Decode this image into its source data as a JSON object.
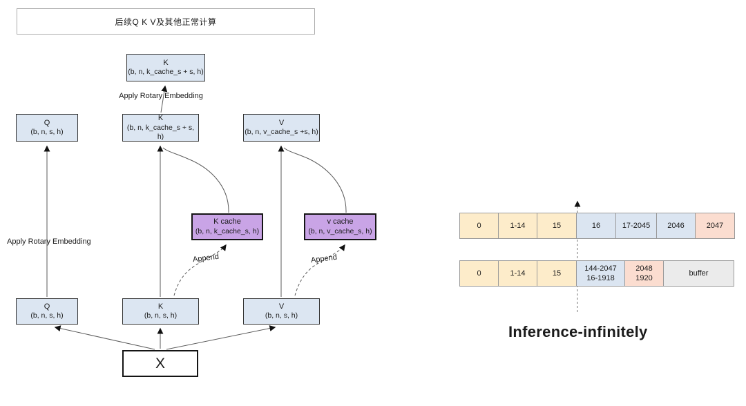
{
  "left_diagram": {
    "banner": "后续Q K V及其他正常计算",
    "rotary_top_label": "Apply Rotary Embedding",
    "rotary_left_label": "Apply Rotary Embedding",
    "append_k_label": "Append",
    "append_v_label": "Append",
    "nodes": {
      "k_top": {
        "title": "K",
        "dims": "(b, n, k_cache_s + s, h)"
      },
      "q_mid": {
        "title": "Q",
        "dims": "(b, n, s, h)"
      },
      "k_mid": {
        "title": "K",
        "dims": "(b, n, k_cache_s + s, h)"
      },
      "v_mid": {
        "title": "V",
        "dims": "(b, n, v_cache_s +s, h)"
      },
      "k_cache": {
        "title": "K cache",
        "dims": "(b, n, k_cache_s, h)"
      },
      "v_cache": {
        "title": "v cache",
        "dims": "(b, n, v_cache_s, h)"
      },
      "q_bot": {
        "title": "Q",
        "dims": "(b, n, s, h)"
      },
      "k_bot": {
        "title": "K",
        "dims": "(b, n, s, h)"
      },
      "v_bot": {
        "title": "V",
        "dims": "(b, n, s, h)"
      },
      "x_input": {
        "title": "X"
      }
    }
  },
  "right_diagram": {
    "caption": "Inference-infinitely",
    "row1_cells": [
      "0",
      "1-14",
      "15",
      "16",
      "17-2045",
      "2046",
      "2047"
    ],
    "row2_cells": [
      "0",
      "1-14",
      "15",
      "144-2047\n16-1918",
      "2048\n1920",
      "buffer"
    ]
  },
  "colors": {
    "node_blue": "#dce6f2",
    "node_purple": "#c9a4e6",
    "cell_yellow": "#fdecca",
    "cell_blue": "#dbe5f1",
    "cell_pink": "#fbddd0",
    "cell_gray": "#ebebeb",
    "line_gray": "#5a5a5a",
    "arrow_black": "#111111"
  }
}
